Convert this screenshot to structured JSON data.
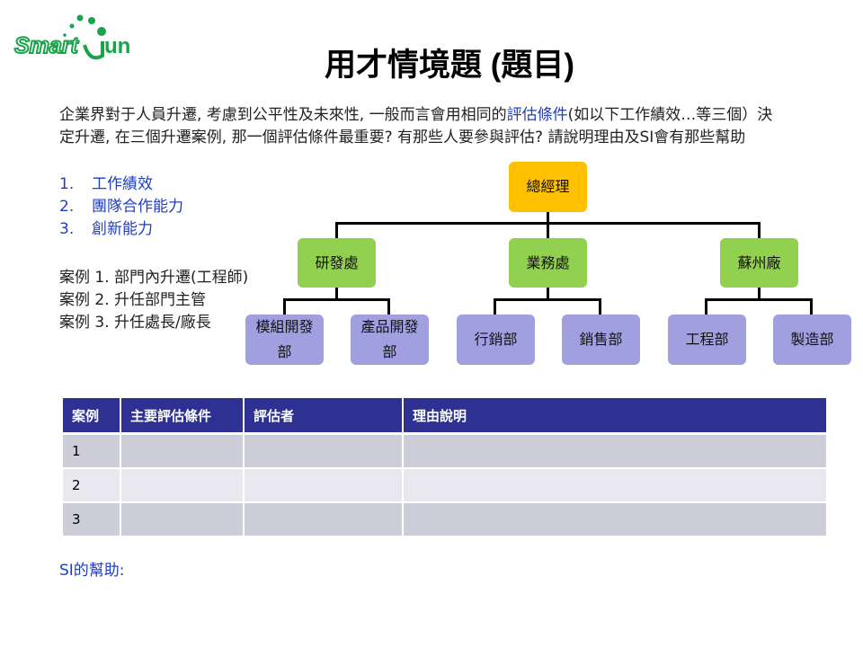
{
  "logo": {
    "text": "Smart",
    "suffix": "un",
    "color": "#1aa34a"
  },
  "title": "用才情境題 (題目)",
  "intro": {
    "before": "企業界對于人員升遷, 考慮到公平性及未來性, 一般而言會用相同的",
    "highlight": "評估條件",
    "after": "(如以下工作績效…等三個）決定升遷, 在三個升遷案例, 那一個評估條件最重要? 有那些人要參與評估? 請說明理由及SI會有那些幫助"
  },
  "criteria": [
    {
      "num": "1.",
      "label": "工作績效"
    },
    {
      "num": "2.",
      "label": "團隊合作能力"
    },
    {
      "num": "3.",
      "label": "創新能力"
    }
  ],
  "cases": [
    "案例 1. 部門內升遷(工程師)",
    "案例 2. 升任部門主管",
    "案例 3. 升任處長/廠長"
  ],
  "org_chart": {
    "colors": {
      "top": "#ffc000",
      "mid": "#92d050",
      "low": "#a0a0e0"
    },
    "root": "總經理",
    "divisions": [
      {
        "label": "研發處",
        "departments": [
          "模組開發部",
          "產品開發部"
        ]
      },
      {
        "label": "業務處",
        "departments": [
          "行銷部",
          "銷售部"
        ]
      },
      {
        "label": "蘇州廠",
        "departments": [
          "工程部",
          "製造部"
        ]
      }
    ]
  },
  "table": {
    "header_color": "#2e3192",
    "columns": [
      "案例",
      "主要評估條件",
      "評估者",
      "理由說明"
    ],
    "rows": [
      [
        "1",
        "",
        "",
        ""
      ],
      [
        "2",
        "",
        "",
        ""
      ],
      [
        "3",
        "",
        "",
        ""
      ]
    ]
  },
  "si_help_label": "SI的幫助:"
}
